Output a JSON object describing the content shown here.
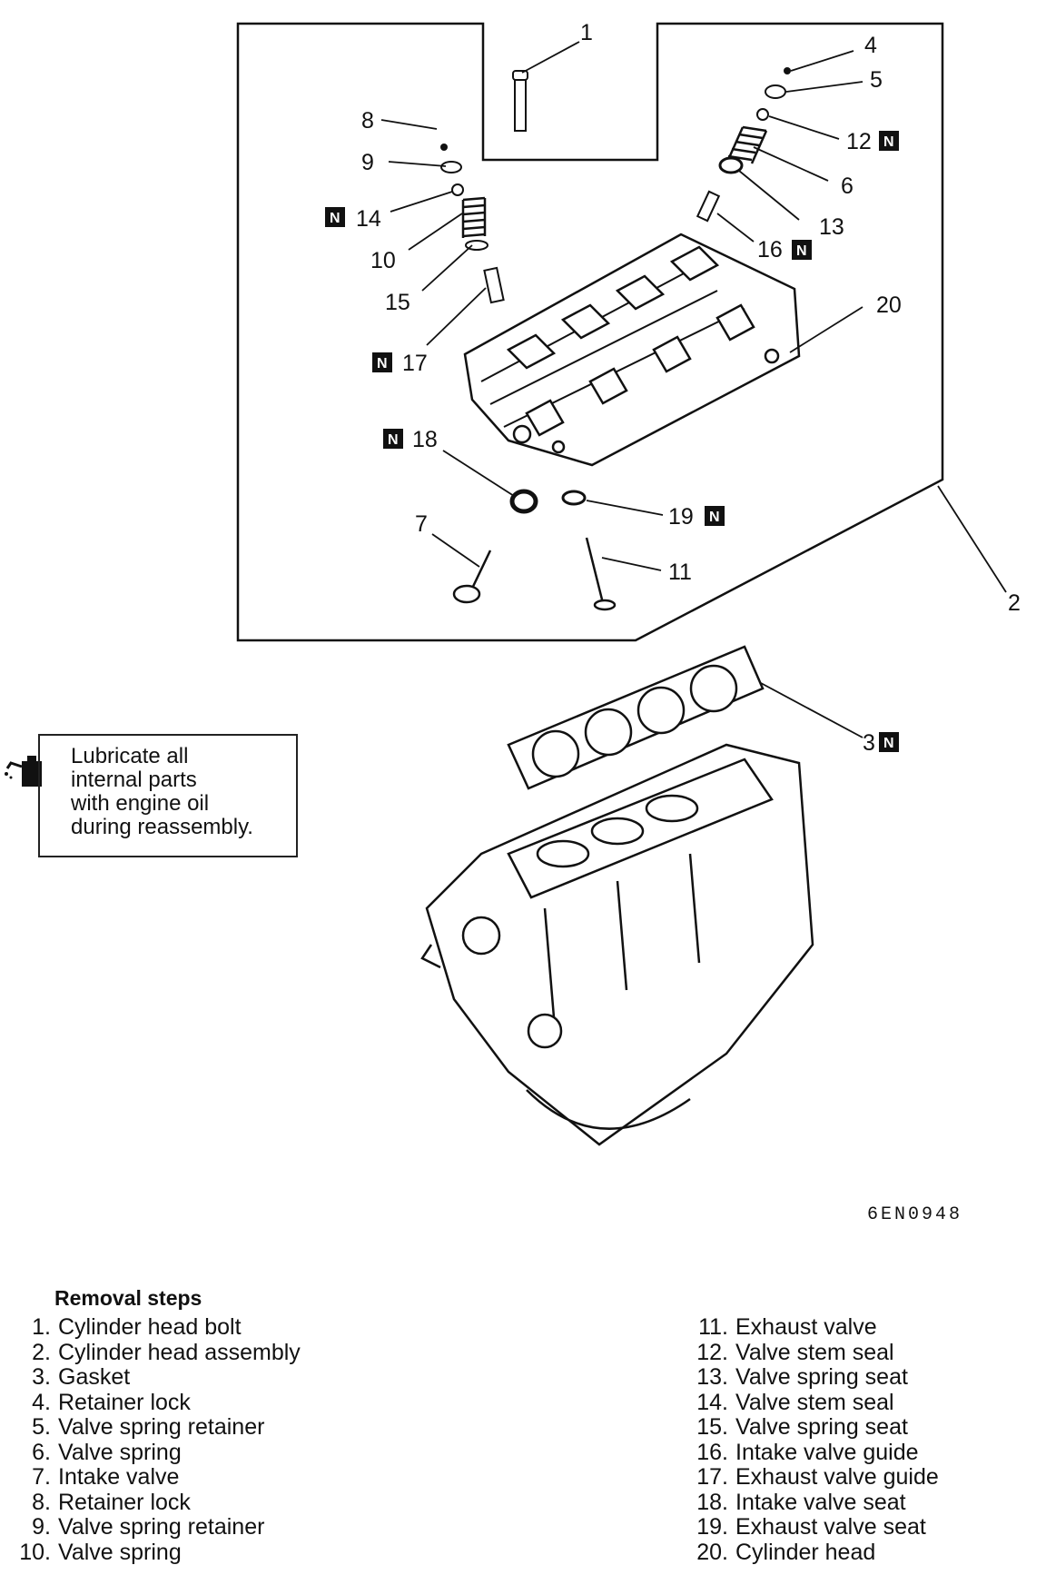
{
  "callouts": {
    "c1": "1",
    "c2": "2",
    "c3": "3",
    "c4": "4",
    "c5": "5",
    "c6": "6",
    "c7": "7",
    "c8": "8",
    "c9": "9",
    "c10": "10",
    "c11": "11",
    "c12": "12",
    "c13": "13",
    "c14": "14",
    "c15": "15",
    "c16": "16",
    "c17": "17",
    "c18": "18",
    "c19": "19",
    "c20": "20"
  },
  "new_part_marker": "N",
  "note": {
    "line1": "Lubricate all",
    "line2": "internal parts",
    "line3": "with engine oil",
    "line4": "during reassembly."
  },
  "figure_code": "6EN0948",
  "removal": {
    "title": "Removal steps",
    "left": [
      {
        "num": "1.",
        "label": "Cylinder head bolt"
      },
      {
        "num": "2.",
        "label": "Cylinder head assembly"
      },
      {
        "num": "3.",
        "label": "Gasket"
      },
      {
        "num": "4.",
        "label": "Retainer lock"
      },
      {
        "num": "5.",
        "label": "Valve spring retainer"
      },
      {
        "num": "6.",
        "label": "Valve spring"
      },
      {
        "num": "7.",
        "label": "Intake valve"
      },
      {
        "num": "8.",
        "label": "Retainer lock"
      },
      {
        "num": "9.",
        "label": "Valve spring retainer"
      },
      {
        "num": "10.",
        "label": "Valve spring"
      }
    ],
    "right": [
      {
        "num": "11.",
        "label": "Exhaust valve"
      },
      {
        "num": "12.",
        "label": "Valve stem seal"
      },
      {
        "num": "13.",
        "label": "Valve spring seat"
      },
      {
        "num": "14.",
        "label": "Valve stem seal"
      },
      {
        "num": "15.",
        "label": "Valve spring seat"
      },
      {
        "num": "16.",
        "label": "Intake valve guide"
      },
      {
        "num": "17.",
        "label": "Exhaust valve guide"
      },
      {
        "num": "18.",
        "label": "Intake valve seat"
      },
      {
        "num": "19.",
        "label": "Exhaust valve seat"
      },
      {
        "num": "20.",
        "label": "Cylinder head"
      }
    ]
  }
}
